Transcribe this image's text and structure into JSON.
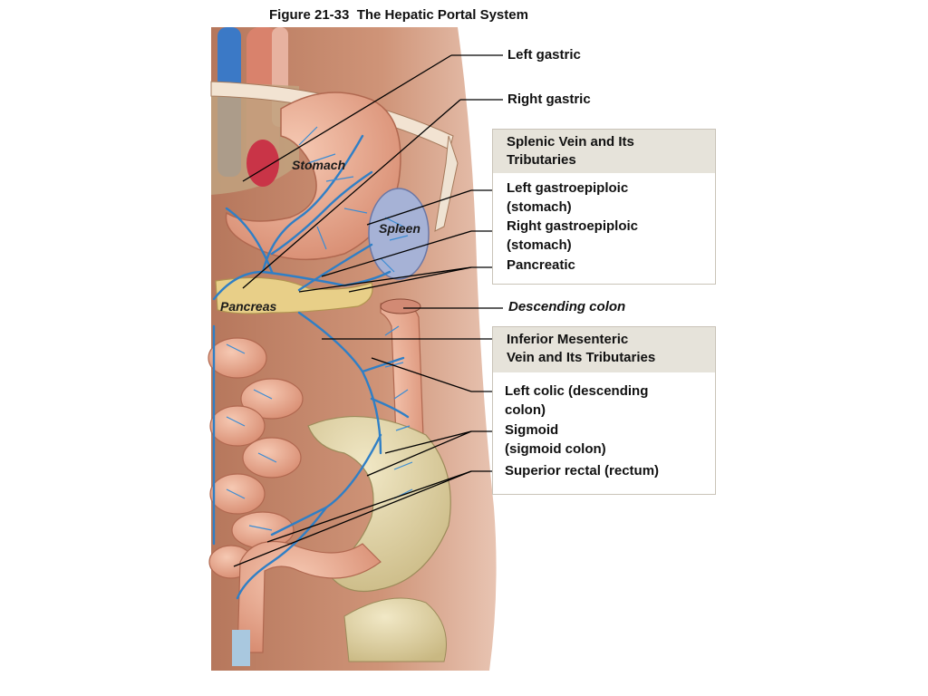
{
  "figure": {
    "title": "Figure 21-33  The Hepatic Portal System"
  },
  "organs": {
    "stomach": "Stomach",
    "spleen": "Spleen",
    "pancreas": "Pancreas"
  },
  "labels": {
    "left_gastric": "Left gastric",
    "right_gastric": "Right gastric",
    "splenic_header": "Splenic Vein and Its\nTributaries",
    "left_gastroepiploic_1": "Left gastroepiploic",
    "left_gastroepiploic_2": "(stomach)",
    "right_gastroepiploic_1": "Right gastroepiploic",
    "right_gastroepiploic_2": "(stomach)",
    "pancreatic": "Pancreatic",
    "descending_colon": "Descending colon",
    "inferior_header": "Inferior Mesenteric\nVein and Its Tributaries",
    "left_colic_1": "Left colic (descending",
    "left_colic_2": "colon)",
    "sigmoid_1": "Sigmoid",
    "sigmoid_2": "(sigmoid colon)",
    "superior_rectal": "Superior rectal (rectum)"
  },
  "colors": {
    "tissue": "#c98a6e",
    "vein": "#2f7fc6",
    "fat": "#e8d79a",
    "box_header": "#e6e3da",
    "box_border": "#c9c3b8"
  }
}
